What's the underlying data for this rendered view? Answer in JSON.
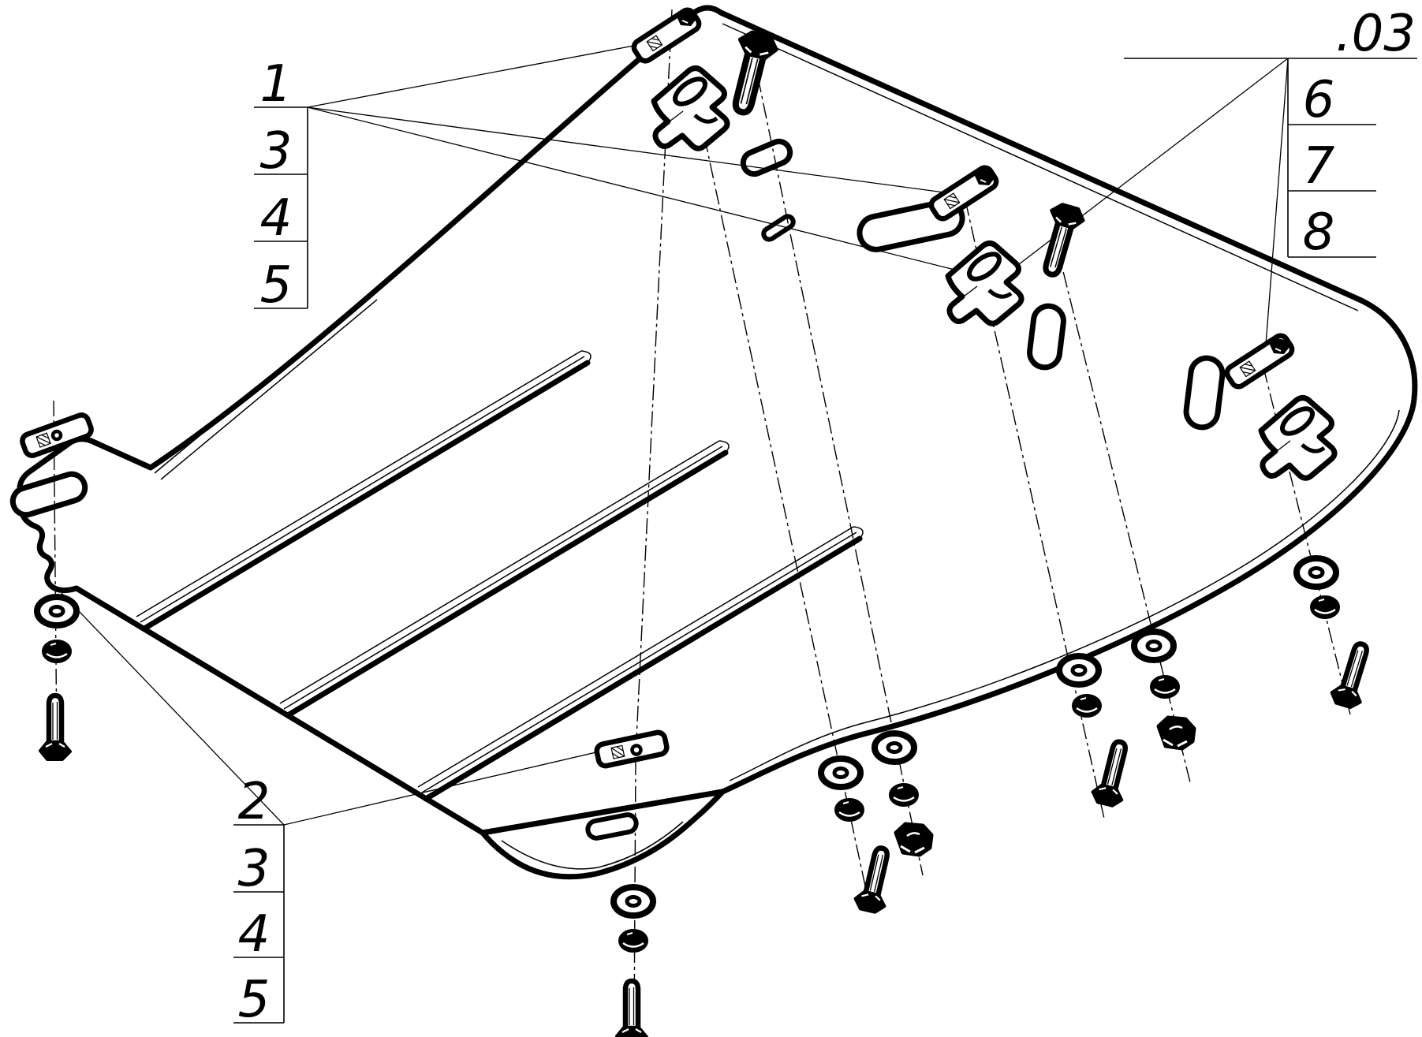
{
  "figure": {
    "type": "exploded-assembly-technical-drawing",
    "subject": "engine-skid-plate-with-mounting-hardware",
    "background_color": "#ffffff",
    "line_color": "#000000"
  },
  "labels": {
    "top_left": {
      "items": [
        "1",
        "3",
        "4",
        "5"
      ]
    },
    "top_right": {
      "code": ".03",
      "items": [
        "6",
        "7",
        "8"
      ]
    },
    "bottom_left": {
      "items": [
        "2",
        "3",
        "4",
        "5"
      ]
    }
  },
  "parts_glyphs": [
    "skid-plate",
    "stiffening-rib",
    "mounting-wing",
    "bottom-flange-tab",
    "clamp-plate",
    "clip-bracket",
    "hex-bolt",
    "flat-washer",
    "hex-nut",
    "flange-nut",
    "spacer-sleeve",
    "oval-slot"
  ]
}
